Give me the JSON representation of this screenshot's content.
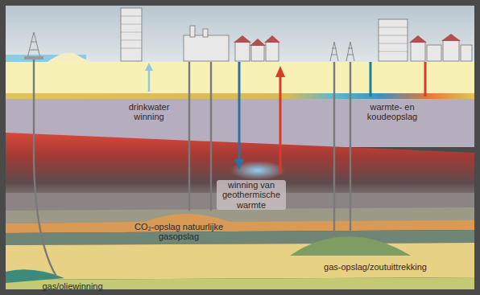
{
  "diagram": {
    "labels": [
      "drinkwater winning",
      "warmte- en koudeopslag",
      "winning van geothermische warmte",
      "CO₂-opslag natuurlijke gasopslag",
      "gas-opslag/zoutuittrekking",
      "gas/oliewinning"
    ]
  }
}
